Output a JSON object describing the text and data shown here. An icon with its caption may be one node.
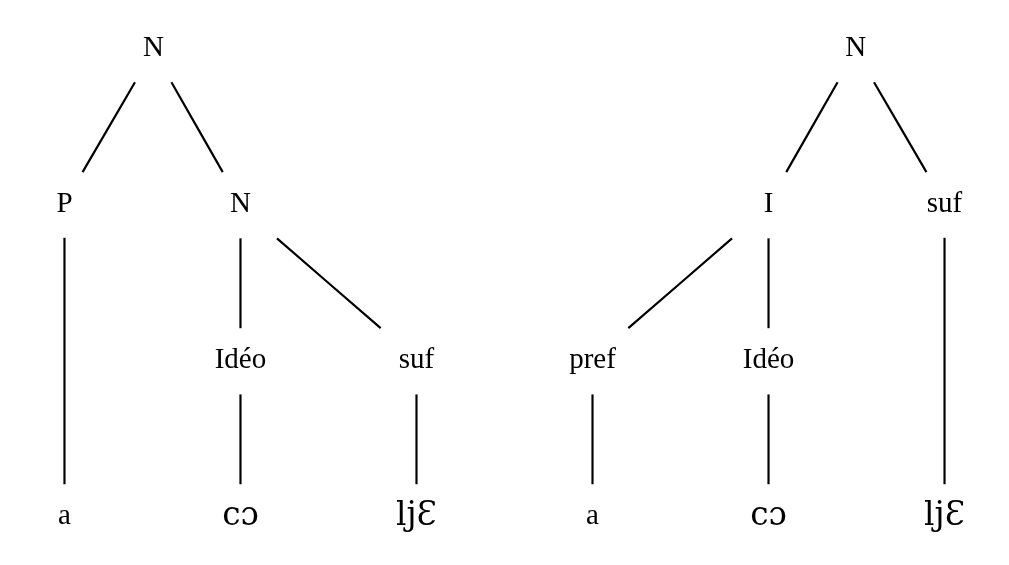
{
  "diagram": {
    "nodes": [
      {
        "text": [
          "N"
        ]
      },
      {
        "text": [
          "P"
        ]
      },
      {
        "text": [
          "N"
        ]
      },
      {
        "text": [
          "Idéo"
        ]
      },
      {
        "text": [
          "suf"
        ]
      },
      {
        "text": [
          "a"
        ]
      },
      {
        "text": [
          "cɔ"
        ]
      },
      {
        "text": [
          "ljƐ"
        ]
      },
      {
        "text": [
          "N"
        ]
      },
      {
        "text": [
          "I"
        ]
      },
      {
        "text": [
          "suf"
        ]
      },
      {
        "text": [
          "pref"
        ]
      },
      {
        "text": [
          "Idéo"
        ]
      },
      {
        "text": [
          "a"
        ]
      },
      {
        "text": [
          "cɔ"
        ]
      },
      {
        "text": [
          "ljƐ"
        ]
      }
    ],
    "edges": [
      {
        "from": 0,
        "to": 1,
        "arrow": "none"
      },
      {
        "from": 0,
        "to": 2,
        "arrow": "none"
      },
      {
        "from": 2,
        "to": 3,
        "arrow": "none"
      },
      {
        "from": 2,
        "to": 4,
        "arrow": "none"
      },
      {
        "from": 1,
        "to": 5,
        "arrow": "none"
      },
      {
        "from": 3,
        "to": 6,
        "arrow": "none"
      },
      {
        "from": 4,
        "to": 7,
        "arrow": "none"
      },
      {
        "from": 8,
        "to": 9,
        "arrow": "none"
      },
      {
        "from": 8,
        "to": 10,
        "arrow": "none"
      },
      {
        "from": 9,
        "to": 11,
        "arrow": "none"
      },
      {
        "from": 9,
        "to": 12,
        "arrow": "none"
      },
      {
        "from": 11,
        "to": 13,
        "arrow": "none"
      },
      {
        "from": 12,
        "to": 14,
        "arrow": "none"
      },
      {
        "from": 10,
        "to": 15,
        "arrow": "none"
      }
    ]
  }
}
